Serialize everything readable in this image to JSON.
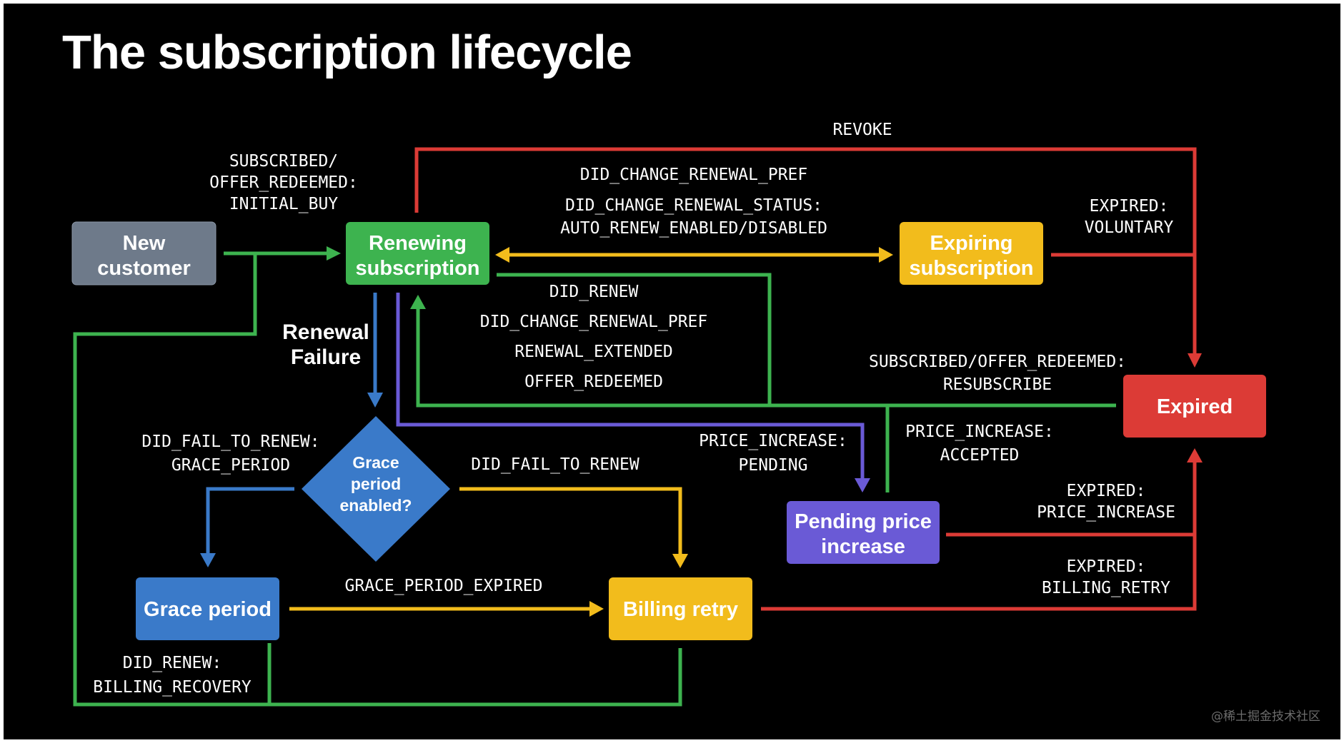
{
  "title": "The subscription lifecycle",
  "colors": {
    "background": "#000000",
    "green": "#3db34f",
    "yellow": "#f2bc1c",
    "red": "#dc3b36",
    "blue": "#3a7ac9",
    "purple": "#6a5ad6",
    "gray": "#6e7a8a"
  },
  "nodes": {
    "new_customer": [
      "New",
      "customer"
    ],
    "renewing": [
      "Renewing",
      "subscription"
    ],
    "expiring": [
      "Expiring",
      "subscription"
    ],
    "expired": "Expired",
    "grace_decision": [
      "Grace",
      "period",
      "enabled?"
    ],
    "grace_period": "Grace period",
    "billing_retry": "Billing retry",
    "pending_price": [
      "Pending price",
      "increase"
    ]
  },
  "edges": {
    "initial_buy": [
      "SUBSCRIBED/",
      "OFFER_REDEEMED:",
      "INITIAL_BUY"
    ],
    "revoke": "REVOKE",
    "renewal_pref_status": [
      "DID_CHANGE_RENEWAL_PREF",
      "DID_CHANGE_RENEWAL_STATUS:",
      "AUTO_RENEW_ENABLED/DISABLED"
    ],
    "expired_voluntary": [
      "EXPIRED:",
      "VOLUNTARY"
    ],
    "renew_events": [
      "DID_RENEW",
      "DID_CHANGE_RENEWAL_PREF",
      "RENEWAL_EXTENDED",
      "OFFER_REDEEMED"
    ],
    "renewal_failure": [
      "Renewal",
      "Failure"
    ],
    "resubscribe": [
      "SUBSCRIBED/OFFER_REDEEMED:",
      "RESUBSCRIBE"
    ],
    "fail_grace": [
      "DID_FAIL_TO_RENEW:",
      "GRACE_PERIOD"
    ],
    "fail_to_renew": "DID_FAIL_TO_RENEW",
    "price_pending": [
      "PRICE_INCREASE:",
      "PENDING"
    ],
    "price_accepted": [
      "PRICE_INCREASE:",
      "ACCEPTED"
    ],
    "expired_price": [
      "EXPIRED:",
      "PRICE_INCREASE"
    ],
    "grace_expired": "GRACE_PERIOD_EXPIRED",
    "expired_billing": [
      "EXPIRED:",
      "BILLING_RETRY"
    ],
    "billing_recovery": [
      "DID_RENEW:",
      "BILLING_RECOVERY"
    ]
  },
  "watermark": "@稀土掘金技术社区"
}
